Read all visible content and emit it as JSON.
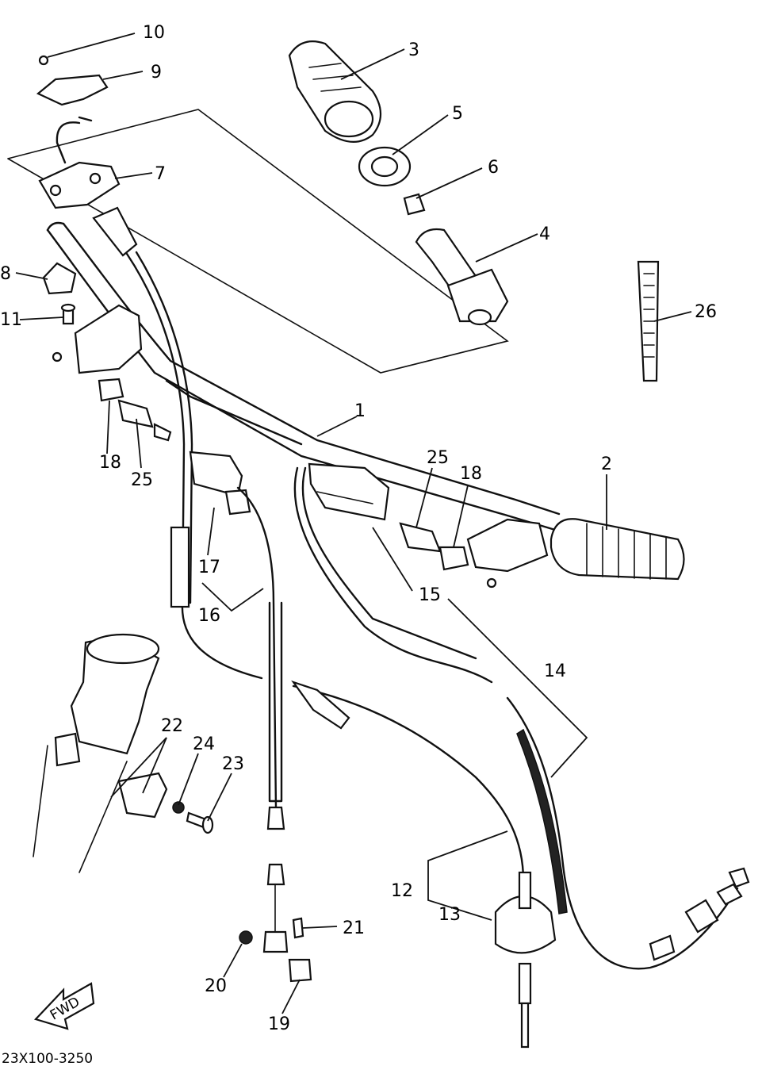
{
  "diagram_code": "23X100-3250",
  "fwd_label": "FWD",
  "labels": {
    "p1": "1",
    "p2": "2",
    "p3": "3",
    "p4": "4",
    "p5": "5",
    "p6": "6",
    "p7": "7",
    "p8": "8",
    "p9": "9",
    "p10": "10",
    "p11": "11",
    "p12": "12",
    "p13": "13",
    "p14": "14",
    "p15": "15",
    "p16": "16",
    "p17": "17",
    "p18a": "18",
    "p18b": "18",
    "p19": "19",
    "p20": "20",
    "p21": "21",
    "p22": "22",
    "p23": "23",
    "p24": "24",
    "p25a": "25",
    "p25b": "25",
    "p26": "26"
  }
}
